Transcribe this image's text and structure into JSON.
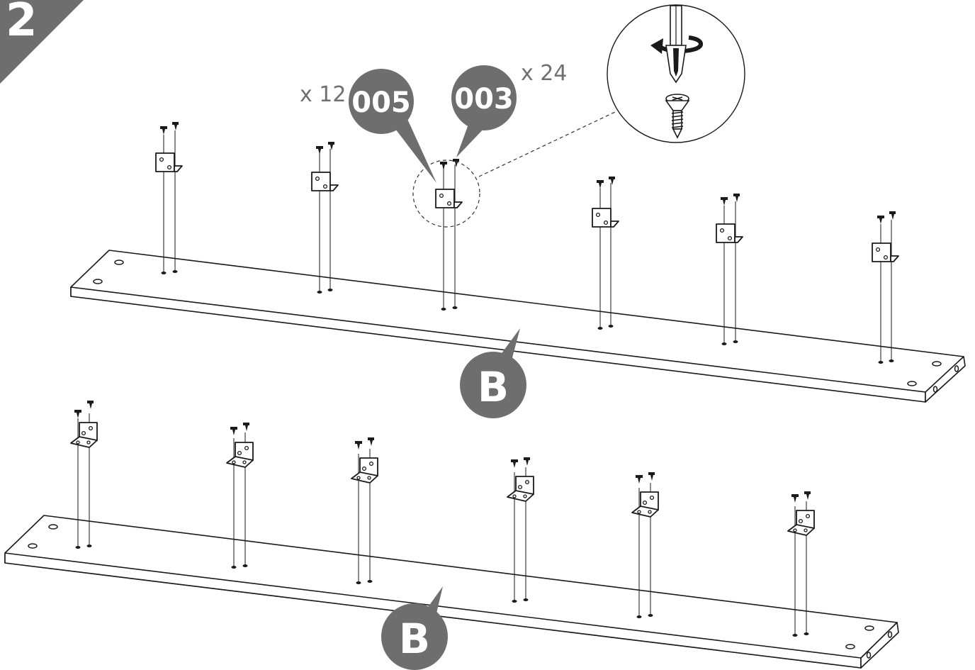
{
  "step": {
    "number": "2",
    "color": "#6e6e6e"
  },
  "parts": [
    {
      "code": "005",
      "quantity_label": "x 12"
    },
    {
      "code": "003",
      "quantity_label": "x 24"
    }
  ],
  "panels": [
    {
      "label": "B"
    },
    {
      "label": "B"
    }
  ],
  "detail": {
    "icons": [
      "rotate-arrow-icon",
      "screwdriver-icon",
      "screw-icon"
    ]
  },
  "colors": {
    "callout": "#6e6e6e",
    "line": "#1a1a1a",
    "quantity_text": "#707070"
  }
}
